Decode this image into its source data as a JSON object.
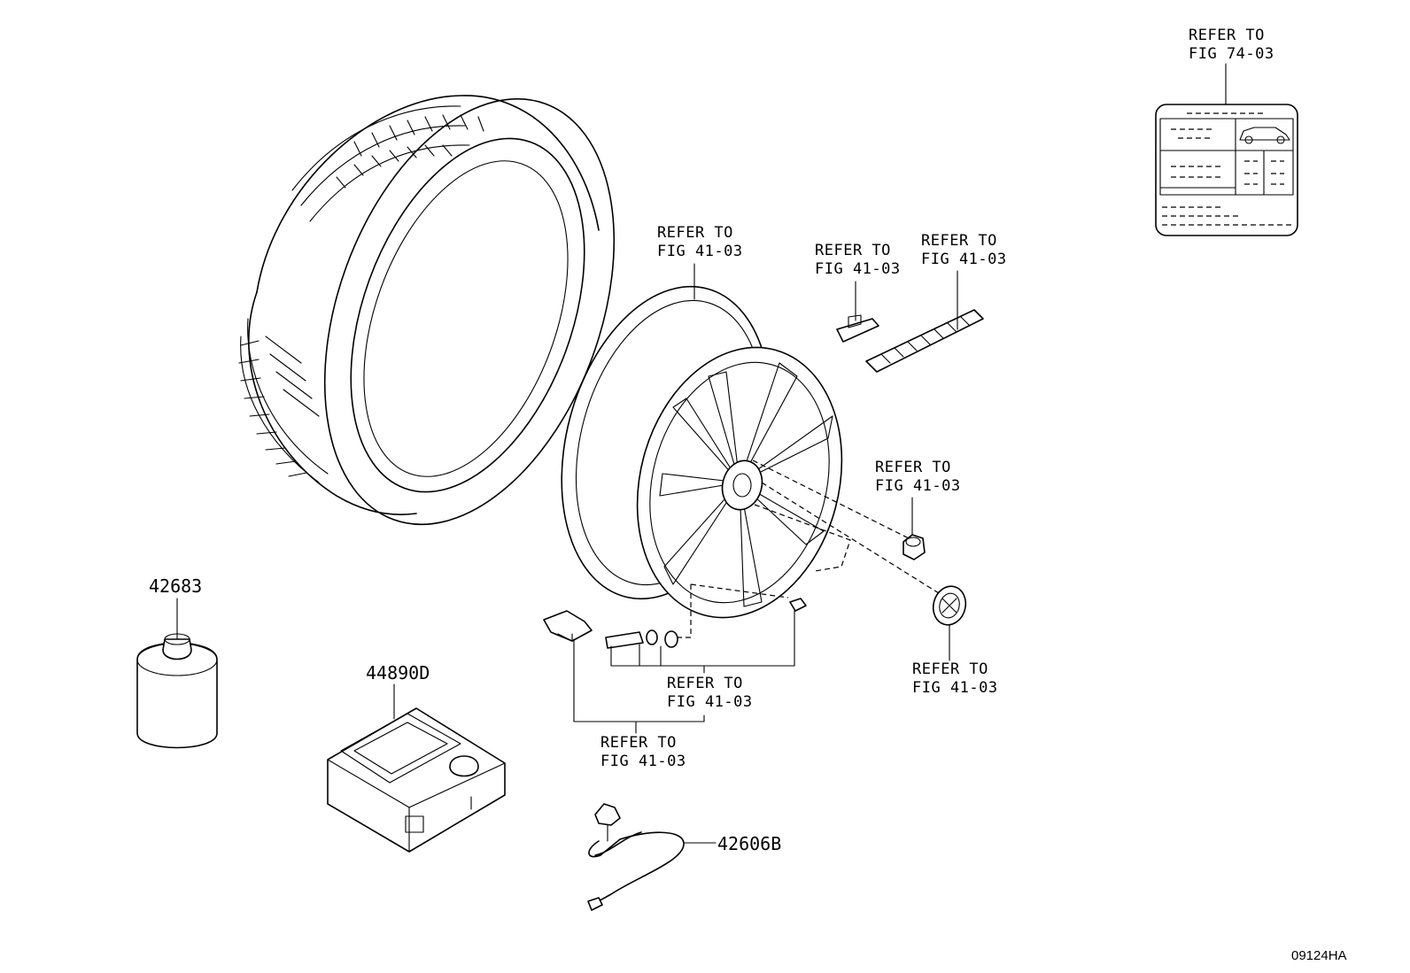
{
  "diagram": {
    "refer_labels": [
      {
        "id": "ref-fig-74-03",
        "line1": "REFER TO",
        "line2": "FIG 74-03"
      },
      {
        "id": "ref-wheel",
        "line1": "REFER TO",
        "line2": "FIG 41-03"
      },
      {
        "id": "ref-weight-clip",
        "line1": "REFER TO",
        "line2": "FIG 41-03"
      },
      {
        "id": "ref-weight-strip",
        "line1": "REFER TO",
        "line2": "FIG 41-03"
      },
      {
        "id": "ref-hub-nut",
        "line1": "REFER TO",
        "line2": "FIG 41-03"
      },
      {
        "id": "ref-center-cap",
        "line1": "REFER TO",
        "line2": "FIG 41-03"
      },
      {
        "id": "ref-valve",
        "line1": "REFER TO",
        "line2": "FIG 41-03"
      },
      {
        "id": "ref-sensor",
        "line1": "REFER TO",
        "line2": "FIG 41-03"
      }
    ],
    "part_numbers": {
      "sealant_bottle": "42683",
      "compressor": "44890D",
      "hose": "42606B"
    },
    "drawing_code": "09124HA"
  }
}
